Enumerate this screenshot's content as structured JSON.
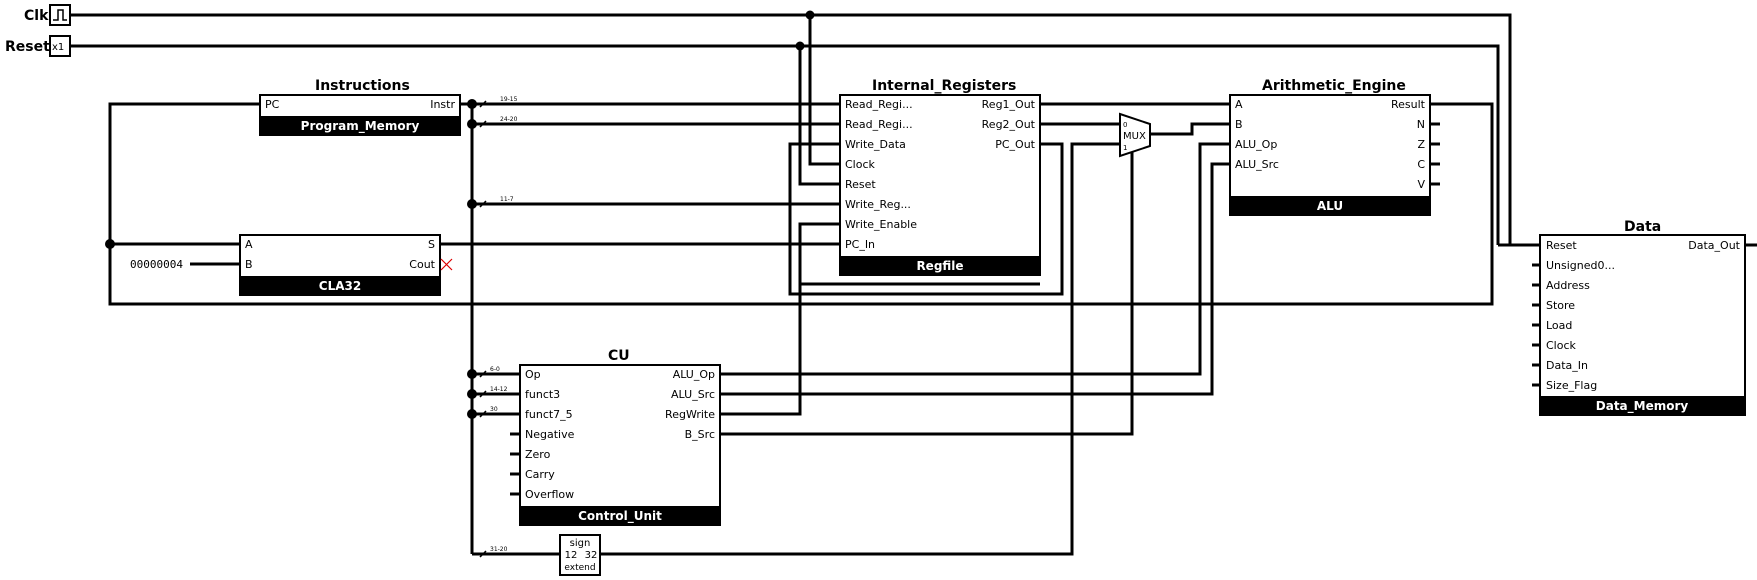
{
  "inputs": {
    "clk": "Clk",
    "reset": "Reset",
    "reset_value": "x1"
  },
  "program_memory": {
    "title": "Instructions",
    "name": "Program_Memory",
    "pins_left": [
      "PC"
    ],
    "pins_right": [
      "Instr"
    ]
  },
  "adder": {
    "name": "CLA32",
    "pins_left": [
      "A",
      "B"
    ],
    "pins_right": [
      "S",
      "Cout"
    ],
    "constant": "00000004"
  },
  "regfile": {
    "title": "Internal_Registers",
    "name": "Regfile",
    "pins_left": [
      "Read_Regi...",
      "Read_Regi...",
      "Write_Data",
      "Clock",
      "Reset",
      "Write_Reg...",
      "Write_Enable",
      "PC_In"
    ],
    "pins_right": [
      "Reg1_Out",
      "Reg2_Out",
      "PC_Out"
    ]
  },
  "mux": {
    "label": "MUX",
    "sel0": "0",
    "sel1": "1"
  },
  "alu": {
    "title": "Arithmetic_Engine",
    "name": "ALU",
    "pins_left": [
      "A",
      "B",
      "ALU_Op",
      "ALU_Src"
    ],
    "pins_right": [
      "Result",
      "N",
      "Z",
      "C",
      "V"
    ]
  },
  "cu": {
    "title": "CU",
    "name": "Control_Unit",
    "pins_left": [
      "Op",
      "funct3",
      "funct7_5",
      "Negative",
      "Zero",
      "Carry",
      "Overflow"
    ],
    "pins_right": [
      "ALU_Op",
      "ALU_Src",
      "RegWrite",
      "B_Src"
    ]
  },
  "data_memory": {
    "title": "Data",
    "name": "Data_Memory",
    "pins_left": [
      "Reset",
      "Unsigned0...",
      "Address",
      "Store",
      "Load",
      "Clock",
      "Data_In",
      "Size_Flag"
    ],
    "pins_right": [
      "Data_Out"
    ]
  },
  "sign_extend": {
    "top": "sign",
    "in": "12",
    "out": "32",
    "bottom": "extend"
  },
  "splitter_labels": {
    "rs1": "19-15",
    "rs2": "24-20",
    "rd": "11-7",
    "op": "6-0",
    "funct3": "14-12",
    "funct7": "30",
    "imm": "31-20"
  }
}
